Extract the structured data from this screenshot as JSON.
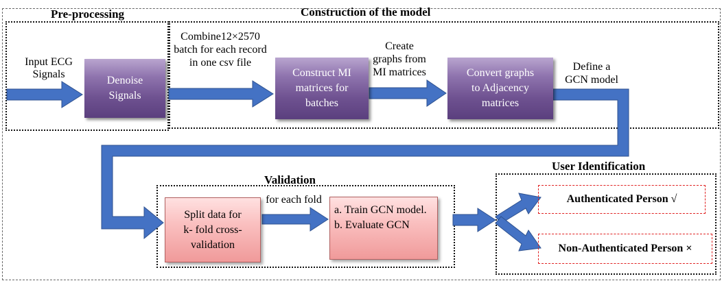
{
  "sections": {
    "preprocessing": "Pre-processing",
    "construction": "Construction of the model",
    "validation": "Validation",
    "user_identification": "User Identification"
  },
  "labels": {
    "input": "Input ECG Signals",
    "combine": [
      "Combine12×2570",
      "batch for each record",
      "in one csv file"
    ],
    "create_graphs": [
      "Create",
      "graphs from",
      "MI matrices"
    ],
    "define_model": [
      "Define a",
      "GCN model"
    ],
    "for_each_fold": "for each fold"
  },
  "boxes": {
    "denoise": [
      "Denoise",
      "Signals"
    ],
    "construct_mi": [
      "Construct MI",
      "matrices for",
      "batches"
    ],
    "convert_graphs": [
      "Convert graphs",
      "to Adjacency",
      "matrices"
    ],
    "split_data": [
      "Split data for",
      "k- fold cross-",
      "validation"
    ],
    "train_eval": [
      "a. Train GCN model.",
      "b. Evaluate GCN"
    ]
  },
  "outcomes": {
    "authenticated": "Authenticated Person √",
    "non_authenticated": "Non-Authenticated Person ×"
  },
  "colors": {
    "arrow": "#4472c4",
    "arrow_edge": "#2f528f",
    "purple_box": "#6f5291",
    "pink_box": "#f8b4b4",
    "outcome_border": "#e02020"
  }
}
